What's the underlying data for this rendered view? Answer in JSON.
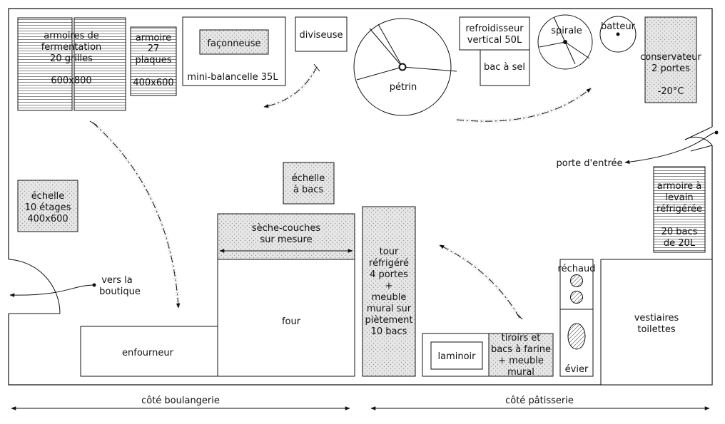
{
  "colors": {
    "line": "#111111",
    "stipple": "#cfcfcf",
    "background": "#ffffff"
  },
  "labels": {
    "armoire_fermentation": [
      "armoires de",
      "fermentation",
      "20 grilles",
      "600x800"
    ],
    "armoire_27": [
      "armoire",
      "27",
      "plaques",
      "400x600"
    ],
    "faconneuse": "façonneuse",
    "mini_balancelle": "mini-balancelle 35L",
    "diviseuse": "diviseuse",
    "petrin": "pétrin",
    "refroidisseur": [
      "refroidisseur",
      "vertical 50L"
    ],
    "bac_a_sel": "bac à sel",
    "spirale": "spirale",
    "batteur": "batteur",
    "conservateur": [
      "conservateur",
      "2 portes",
      "-20°C"
    ],
    "porte_entree": "porte d'entrée",
    "armoire_levain": [
      "armoire à",
      "levain",
      "réfrigérée",
      "20 bacs",
      "de 20L"
    ],
    "echelle_bacs": [
      "échelle",
      "à bacs"
    ],
    "echelle_10": [
      "échelle",
      "10 étages",
      "400x600"
    ],
    "seche_couches": [
      "sèche-couches",
      "sur mesure"
    ],
    "tour_refrigere": [
      "tour",
      "réfrigéré",
      "4 portes",
      "+",
      "meuble",
      "mural sur",
      "piètement",
      "10 bacs"
    ],
    "rechaud": "réchaud",
    "evier": "évier",
    "vestiaires": [
      "vestiaires",
      "toilettes"
    ],
    "vers_boutique": [
      "vers la",
      "boutique"
    ],
    "four": "four",
    "enfourneur": "enfourneur",
    "laminoir": "laminoir",
    "tiroirs": [
      "tiroirs et",
      "bacs à farine",
      "+ meuble",
      "mural"
    ],
    "cote_boulangerie": "côté boulangerie",
    "cote_patisserie": "côté pâtisserie"
  }
}
